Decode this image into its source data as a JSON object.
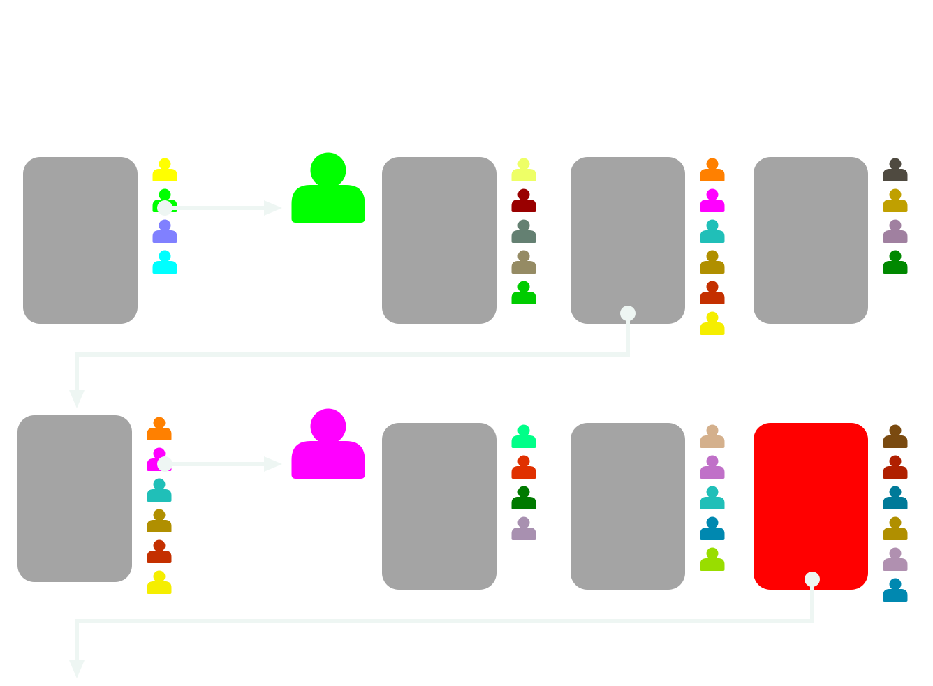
{
  "colors": {
    "card": "#a4a4a4",
    "card_selected": "#ff0000",
    "connector": "#eef6f3"
  },
  "rows": [
    {
      "cards": [
        {
          "id": "card-1",
          "fill": "card",
          "people": [
            "#ffff00",
            "#00ff00",
            "#8080ff",
            "#00ffff"
          ]
        },
        {
          "id": "card-2",
          "fill": "card",
          "people": [
            "#eeff66",
            "#990000",
            "#648072",
            "#958b64",
            "#00cc00"
          ]
        },
        {
          "id": "card-3",
          "fill": "card",
          "people": [
            "#ff8000",
            "#ff00ff",
            "#20bfb8",
            "#b08f00",
            "#c43000",
            "#f5ee00"
          ]
        },
        {
          "id": "card-4",
          "fill": "card",
          "people": [
            "#4f4a40",
            "#c0a000",
            "#a080a0",
            "#008800"
          ]
        }
      ],
      "big_person": "#00ff00"
    },
    {
      "cards": [
        {
          "id": "card-5",
          "fill": "card",
          "people": [
            "#ff8000",
            "#ff00ff",
            "#20bfb8",
            "#b08f00",
            "#c43000",
            "#f5ee00"
          ]
        },
        {
          "id": "card-6",
          "fill": "card",
          "people": [
            "#00ff88",
            "#e03000",
            "#007a00",
            "#a890b0"
          ]
        },
        {
          "id": "card-7",
          "fill": "card",
          "people": [
            "#d4b08c",
            "#c070c8",
            "#20bfb8",
            "#0088b0",
            "#99dd00"
          ]
        },
        {
          "id": "card-8",
          "fill": "card_selected",
          "people": [
            "#7a4a10",
            "#b02000",
            "#007a99",
            "#b08f00",
            "#b090b0",
            "#0088b0"
          ]
        }
      ],
      "big_person": "#ff00ff"
    }
  ]
}
